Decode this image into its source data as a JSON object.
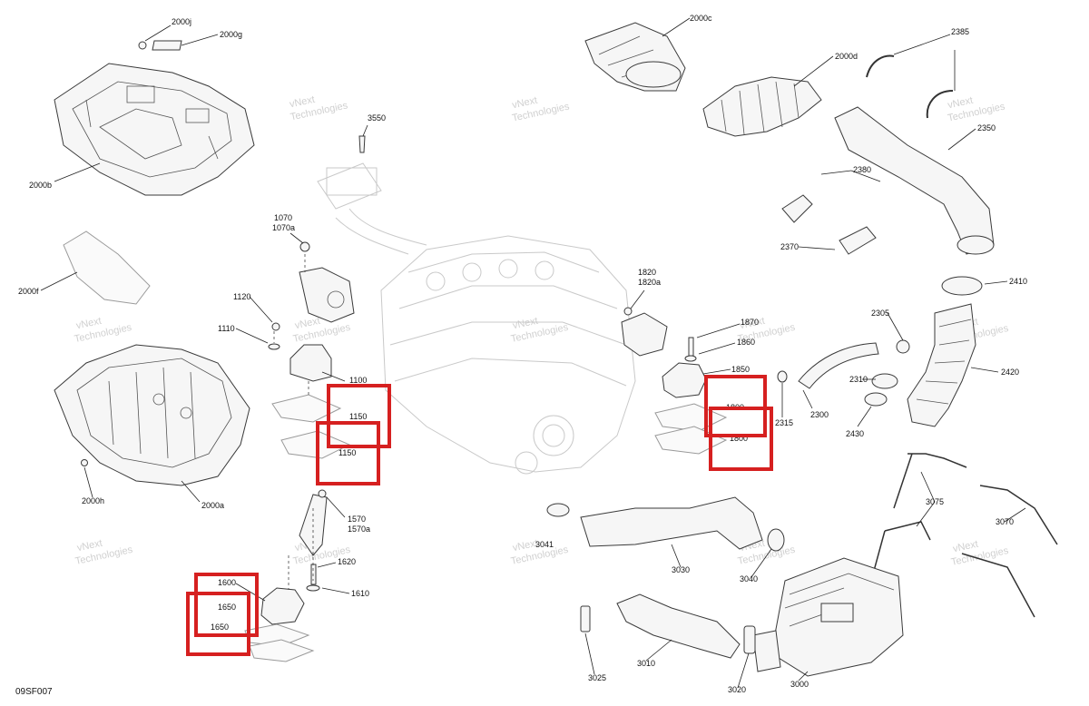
{
  "diagram_code": "09SF007",
  "watermark": [
    "vNext",
    "Technologies"
  ],
  "callouts": {
    "c2000j": "2000j",
    "c2000g": "2000g",
    "c2000b": "2000b",
    "c2000f": "2000f",
    "c2000h": "2000h",
    "c2000a": "2000a",
    "c2000c": "2000c",
    "c2000d": "2000d",
    "c2385": "2385",
    "c2350": "2350",
    "c2380": "2380",
    "c2370": "2370",
    "c2410": "2410",
    "c2305": "2305",
    "c2310": "2310",
    "c2420": "2420",
    "c2430": "2430",
    "c2300": "2300",
    "c2315": "2315",
    "c3550": "3550",
    "c1070": "1070",
    "c1070a": "1070a",
    "c1120": "1120",
    "c1110": "1110",
    "c1100": "1100",
    "c1150a": "1150",
    "c1150b": "1150",
    "c1820": "1820",
    "c1820a": "1820a",
    "c1870": "1870",
    "c1860": "1860",
    "c1850": "1850",
    "c1800a": "1800",
    "c1800b": "1800",
    "c1570": "1570",
    "c1570a": "1570a",
    "c1620": "1620",
    "c1610": "1610",
    "c1600": "1600",
    "c1650a": "1650",
    "c1650b": "1650",
    "c3041": "3041",
    "c3030": "3030",
    "c3040": "3040",
    "c3075": "3075",
    "c3070": "3070",
    "c3010": "3010",
    "c3025": "3025",
    "c3020": "3020",
    "c3000": "3000"
  },
  "highlight_color": "#d62020"
}
